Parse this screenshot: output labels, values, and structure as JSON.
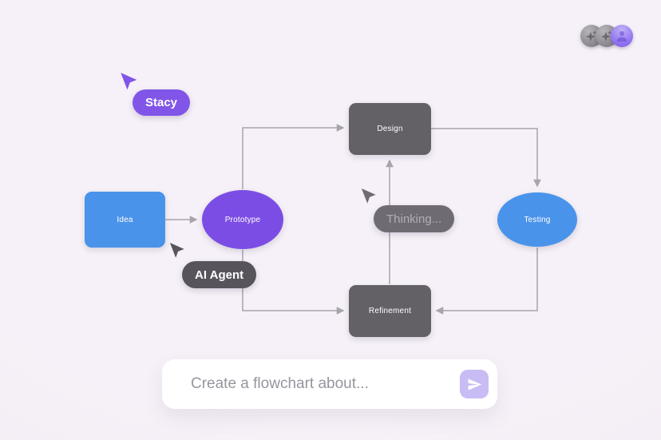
{
  "presence": {
    "avatars": [
      {
        "name": "agent-avatar-1",
        "icon": "sparkle"
      },
      {
        "name": "agent-avatar-2",
        "icon": "sparkle"
      },
      {
        "name": "user-avatar",
        "icon": "person"
      }
    ]
  },
  "cursors": {
    "stacy": {
      "label": "Stacy",
      "color": "#8155e8",
      "text_color": "#ffffff"
    },
    "ai_agent": {
      "label": "AI Agent",
      "color": "#57545b",
      "text_color": "#ffffff"
    },
    "thinking": {
      "label": "Thinking...",
      "color": "#6f6b72",
      "text_color": "#b2aeb5"
    }
  },
  "flowchart": {
    "nodes": [
      {
        "id": "idea",
        "label": "Idea",
        "shape": "rounded-rect",
        "color": "#4a93ea"
      },
      {
        "id": "prototype",
        "label": "Prototype",
        "shape": "ellipse",
        "color": "#7c4de4"
      },
      {
        "id": "design",
        "label": "Design",
        "shape": "rounded-rect",
        "color": "#636066"
      },
      {
        "id": "testing",
        "label": "Testing",
        "shape": "ellipse",
        "color": "#4a93ea"
      },
      {
        "id": "refinement",
        "label": "Refinement",
        "shape": "rounded-rect",
        "color": "#636066"
      }
    ],
    "edges": [
      {
        "from": "idea",
        "to": "prototype"
      },
      {
        "from": "prototype",
        "to": "design"
      },
      {
        "from": "design",
        "to": "testing"
      },
      {
        "from": "testing",
        "to": "refinement"
      },
      {
        "from": "prototype",
        "to": "refinement"
      },
      {
        "from": "refinement",
        "to": "design"
      }
    ],
    "edge_color": "#a8a4ab"
  },
  "composer": {
    "placeholder": "Create a flowchart about...",
    "send_button_color": "#c9bcf4"
  }
}
